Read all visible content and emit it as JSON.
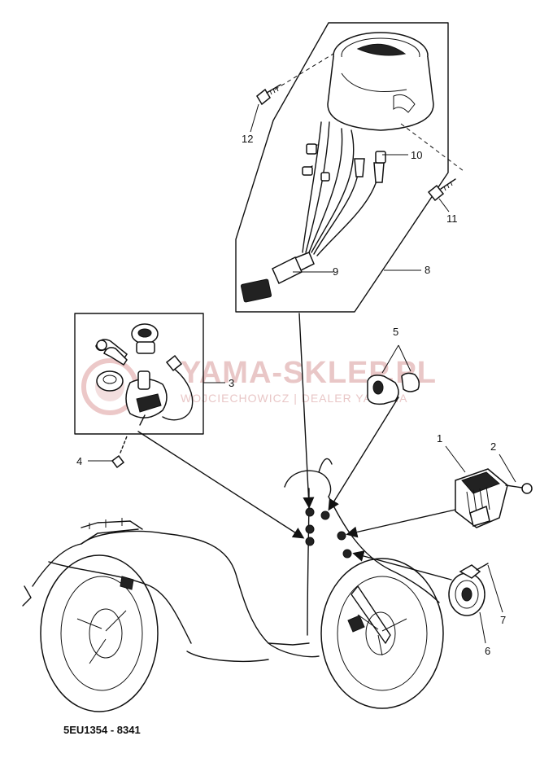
{
  "diagram": {
    "callouts": [
      {
        "id": "1",
        "label": "1"
      },
      {
        "id": "2",
        "label": "2"
      },
      {
        "id": "3",
        "label": "3"
      },
      {
        "id": "4",
        "label": "4"
      },
      {
        "id": "5",
        "label": "5"
      },
      {
        "id": "6",
        "label": "6"
      },
      {
        "id": "7",
        "label": "7"
      },
      {
        "id": "8",
        "label": "8"
      },
      {
        "id": "9",
        "label": "9"
      },
      {
        "id": "10",
        "label": "10"
      },
      {
        "id": "11",
        "label": "11"
      },
      {
        "id": "12",
        "label": "12"
      }
    ],
    "drawing_code": "5EU1354 - 8341"
  },
  "watermark": {
    "title": "YAMA-SKLEP.PL",
    "subtitle": "WOJCIECHOWICZ | DEALER YAMAHA"
  },
  "colors": {
    "line": "#111111",
    "watermark": "#e9c7c7",
    "background": "#ffffff"
  }
}
